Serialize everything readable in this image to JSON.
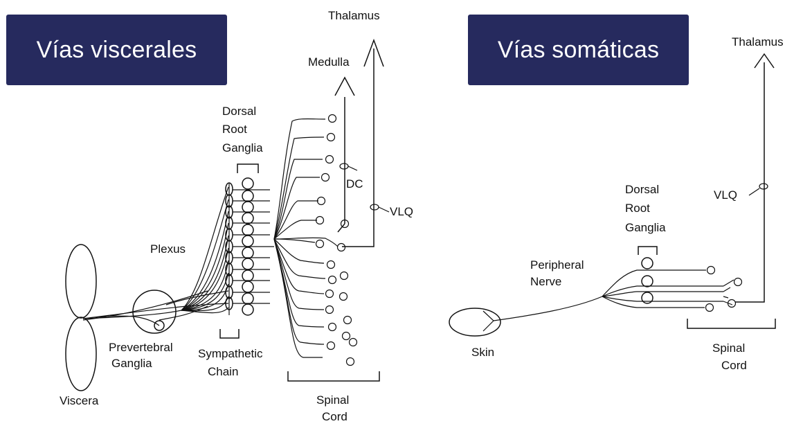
{
  "panels": {
    "visceral": {
      "title": "Vías viscerales",
      "labels": {
        "thalamus": "Thalamus",
        "medulla": "Medulla",
        "dorsal_root_ganglia": [
          "Dorsal",
          "Root",
          "Ganglia"
        ],
        "dc": "DC",
        "vlq": "VLQ",
        "plexus": "Plexus",
        "prevertebral_ganglia": [
          "Prevertebral",
          "Ganglia"
        ],
        "sympathetic_chain": [
          "Sympathetic",
          "Chain"
        ],
        "viscera": "Viscera",
        "spinal_cord": [
          "Spinal",
          "Cord"
        ]
      }
    },
    "somatic": {
      "title": "Vías somáticas",
      "labels": {
        "thalamus": "Thalamus",
        "vlq": "VLQ",
        "dorsal_root_ganglia": [
          "Dorsal",
          "Root",
          "Ganglia"
        ],
        "peripheral_nerve": [
          "Peripheral",
          "Nerve"
        ],
        "skin": "Skin",
        "spinal_cord": [
          "Spinal",
          "Cord"
        ]
      }
    }
  },
  "colors": {
    "title_background": "#262a5e",
    "title_text": "#ffffff",
    "line": "#111111"
  }
}
